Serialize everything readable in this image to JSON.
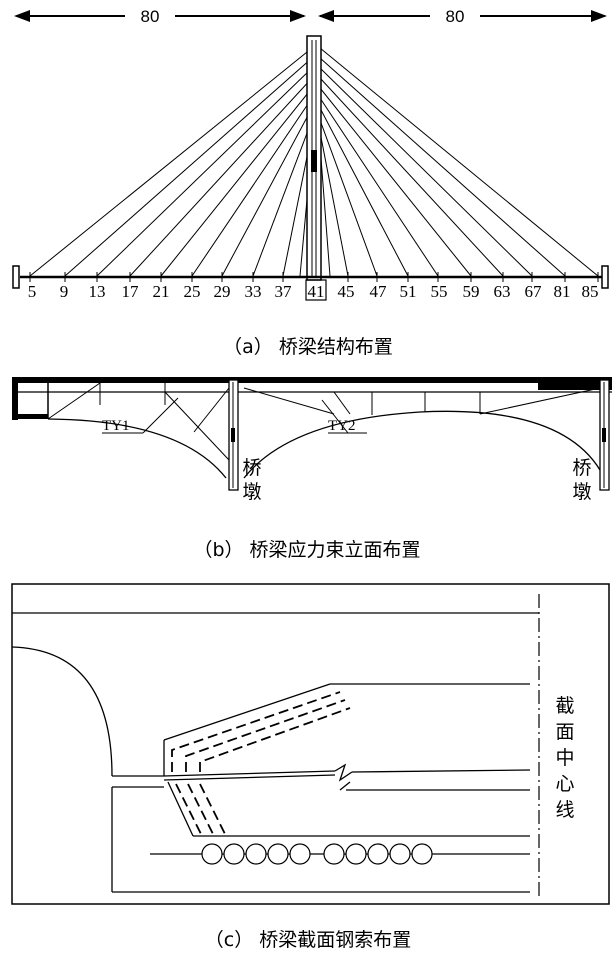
{
  "panel_a": {
    "span_left": "80",
    "span_right": "80",
    "cable_numbers": [
      "5",
      "9",
      "13",
      "17",
      "21",
      "25",
      "29",
      "33",
      "37",
      "41",
      "45",
      "47",
      "51",
      "55",
      "59",
      "63",
      "67",
      "81",
      "85"
    ],
    "caption": "（a） 桥梁结构布置"
  },
  "panel_b": {
    "tendon_1": "TY1",
    "tendon_2": "TY2",
    "pier_label_1": "桥墩",
    "pier_label_2": "桥墩",
    "caption": "（b） 桥梁应力束立面布置"
  },
  "panel_c": {
    "center_line_label": "截面中心线",
    "caption": "（c） 桥梁截面钢索布置"
  }
}
